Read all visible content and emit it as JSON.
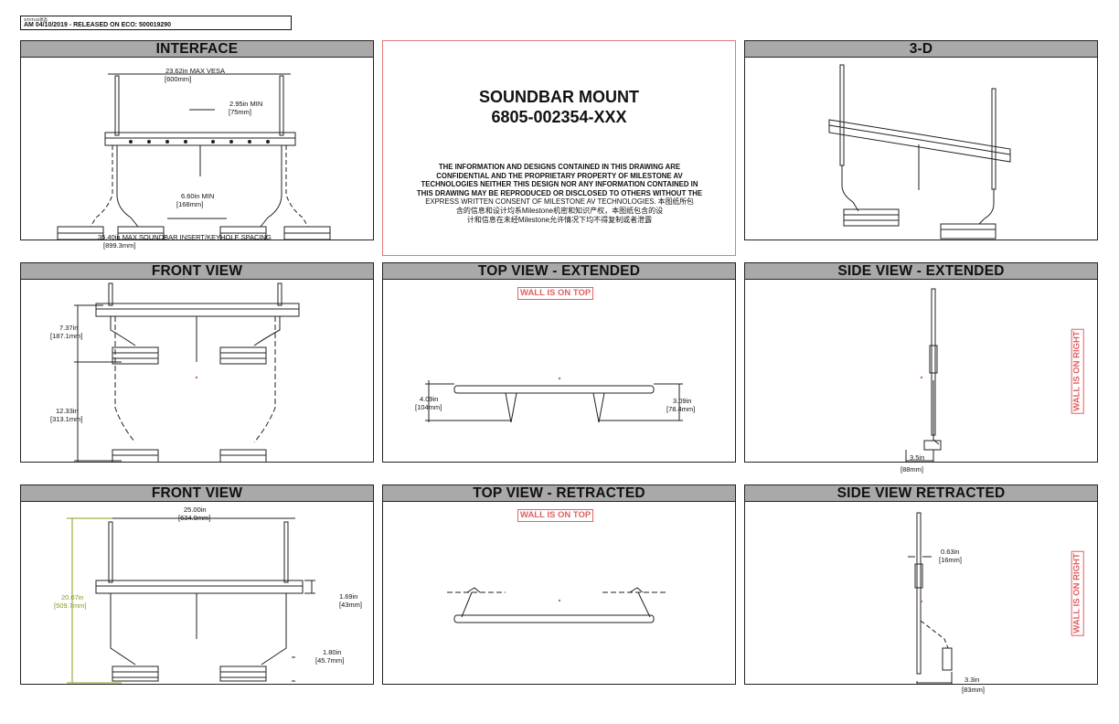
{
  "status": {
    "label": "STATUS状态",
    "text": "AM 04/10/2019 - RELEASED ON ECO: 500019290"
  },
  "title_block": {
    "title_line1": "SOUNDBAR MOUNT",
    "title_line2": "6805-002354-XXX",
    "notice_lines": [
      "THE INFORMATION AND DESIGNS CONTAINED IN THIS DRAWING ARE",
      "CONFIDENTIAL AND THE PROPRIETARY PROPERTY OF MILESTONE AV",
      "TECHNOLOGIES NEITHER THIS DESIGN NOR ANY INFORMATION CONTAINED IN",
      "THIS DRAWING MAY BE REPRODUCED OR DISCLOSED TO OTHERS WITHOUT THE",
      "EXPRESS WRITTEN CONSENT OF MILESTONE AV TECHNOLOGIES. 本图纸所包"
    ],
    "notice_cn_lines": [
      "含的信息和设计均系Milestone机密和知识产权，本图纸包含的设",
      "计和信息在未经Milestone允许情况下均不得复制或者泄露"
    ]
  },
  "panels": {
    "interface": {
      "title": "INTERFACE",
      "dims": [
        "23.62in  MAX VESA",
        "[600mm]",
        "2.95in  MIN",
        "[75mm]",
        "6.60in  MIN",
        "[168mm]",
        "35.40in   MAX SOUNDBAR INSERT/KEYHOLE SPACING",
        "[899.3mm]"
      ]
    },
    "three_d": {
      "title": "3-D"
    },
    "front_view_1": {
      "title": "FRONT VIEW",
      "dims": [
        "7.37in",
        "[187.1mm]",
        "12.33in",
        "[313.1mm]"
      ]
    },
    "top_view_extended": {
      "title": "TOP VIEW - EXTENDED",
      "wall_label": "WALL IS ON TOP",
      "dims": [
        "4.09in",
        "[104mm]",
        "3.09in",
        "[78.4mm]"
      ]
    },
    "side_view_extended": {
      "title": "SIDE VIEW - EXTENDED",
      "wall_label": "WALL IS ON RIGHT",
      "dims": [
        "3.5in",
        "[88mm]"
      ]
    },
    "front_view_2": {
      "title": "FRONT VIEW",
      "dims": [
        "25.00in",
        "[634.9mm]",
        "20.07in",
        "[509.7mm]",
        "1.69in",
        "[43mm]",
        "1.80in",
        "[45.7mm]"
      ]
    },
    "top_view_retracted": {
      "title": "TOP VIEW - RETRACTED",
      "wall_label": "WALL IS ON TOP"
    },
    "side_view_retracted": {
      "title": "SIDE VIEW RETRACTED",
      "wall_label": "WALL IS ON RIGHT",
      "dims": [
        "0.63in",
        "[16mm]",
        "3.3in",
        "[83mm]"
      ]
    }
  },
  "colors": {
    "header_bg": "#a9a9a9",
    "wall_label": "#e06060",
    "dim_green": "#8a9a1e",
    "title_border": "#e07a7a"
  }
}
